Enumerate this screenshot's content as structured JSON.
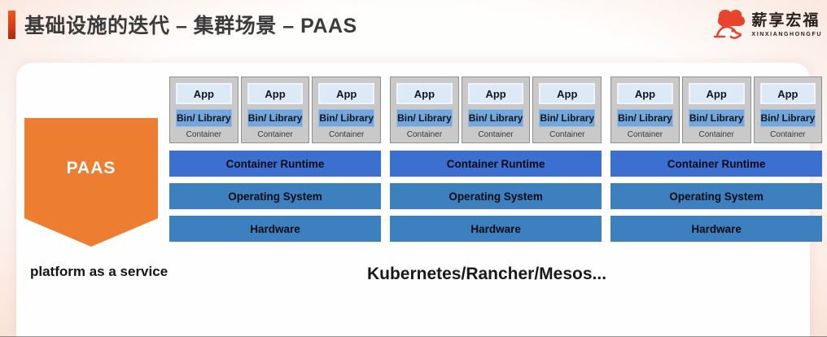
{
  "header": {
    "title": "基础设施的迭代 – 集群场景 – PAAS"
  },
  "logo": {
    "name": "薪享宏福",
    "subtitle": "XINXIANGHONGFU"
  },
  "paas": {
    "label": "PAAS",
    "caption": "platform as a service"
  },
  "node": {
    "app": "App",
    "bin": "Bin/ Library",
    "container": "Container"
  },
  "layers": {
    "runtime": "Container Runtime",
    "os": "Operating System",
    "hardware": "Hardware"
  },
  "footer": {
    "technologies": "Kubernetes/Rancher/Mesos..."
  },
  "colors": {
    "accent_orange": "#ed7d31",
    "accent_bar_top": "#f4551e",
    "accent_bar_bottom": "#a82c0c",
    "runtime_blue": "#3c70d0",
    "layer_blue": "#3d80bf",
    "bin_blue": "#73a7db",
    "app_light_blue": "#dce9f6",
    "node_gray": "#c9c9c9",
    "logo_red": "#e8432b"
  }
}
